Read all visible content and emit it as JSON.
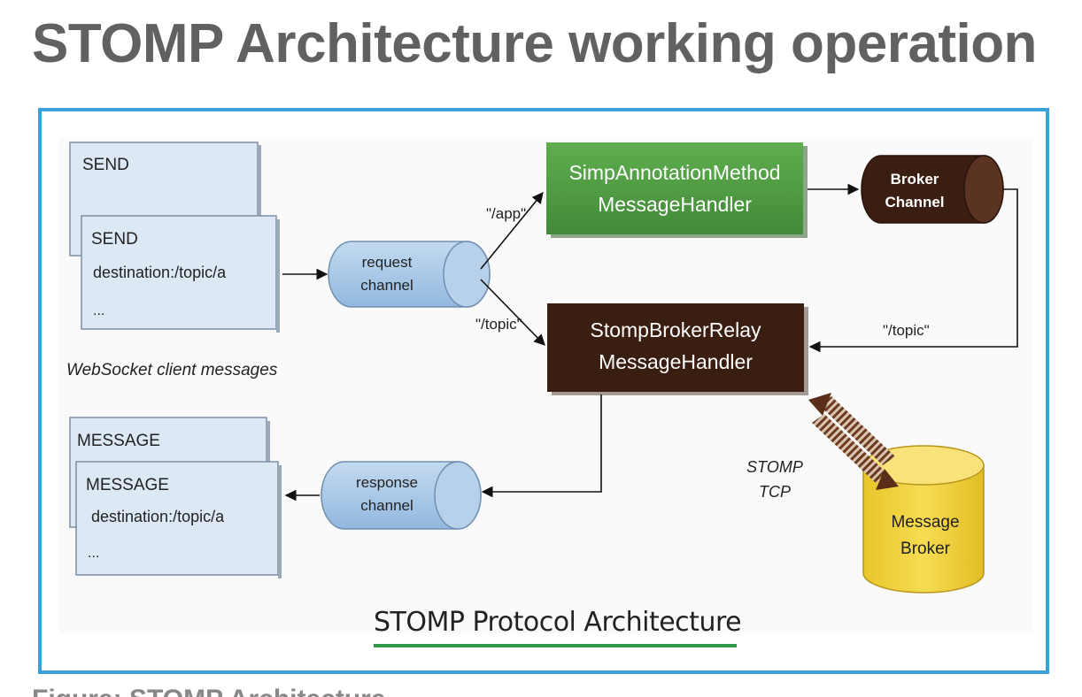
{
  "page_title": "STOMP Architecture working operation",
  "caption": "STOMP Protocol Architecture",
  "cut_caption": "Figure: STOMP Architecture",
  "client_messages": {
    "send_back": "SEND",
    "send_front": "SEND",
    "send_destination": "destination:/topic/a",
    "send_more": "...",
    "label": "WebSocket client messages",
    "message_back": "MESSAGE",
    "message_front": "MESSAGE",
    "message_destination": "destination:/topic/a",
    "message_more": "..."
  },
  "channels": {
    "request_line1": "request",
    "request_line2": "channel",
    "response_line1": "response",
    "response_line2": "channel",
    "broker_line1": "Broker",
    "broker_line2": "Channel"
  },
  "handlers": {
    "simp_line1": "SimpAnnotationMethod",
    "simp_line2": "MessageHandler",
    "relay_line1": "StompBrokerRelay",
    "relay_line2": "MessageHandler"
  },
  "routes": {
    "app": "\"/app\"",
    "topic": "\"/topic\"",
    "topic_return": "\"/topic\""
  },
  "broker": {
    "protocol_line1": "STOMP",
    "protocol_line2": "TCP",
    "line1": "Message",
    "line2": "Broker"
  },
  "colors": {
    "frame": "#3b9fdb",
    "card_fill": "#dce9f5",
    "channel_fill": "#a9c9e8",
    "simp_fill": "#4f9a43",
    "relay_fill": "#3b1e12",
    "broker_fill": "#f2d43c",
    "caption_underline": "#2e9a4a"
  }
}
